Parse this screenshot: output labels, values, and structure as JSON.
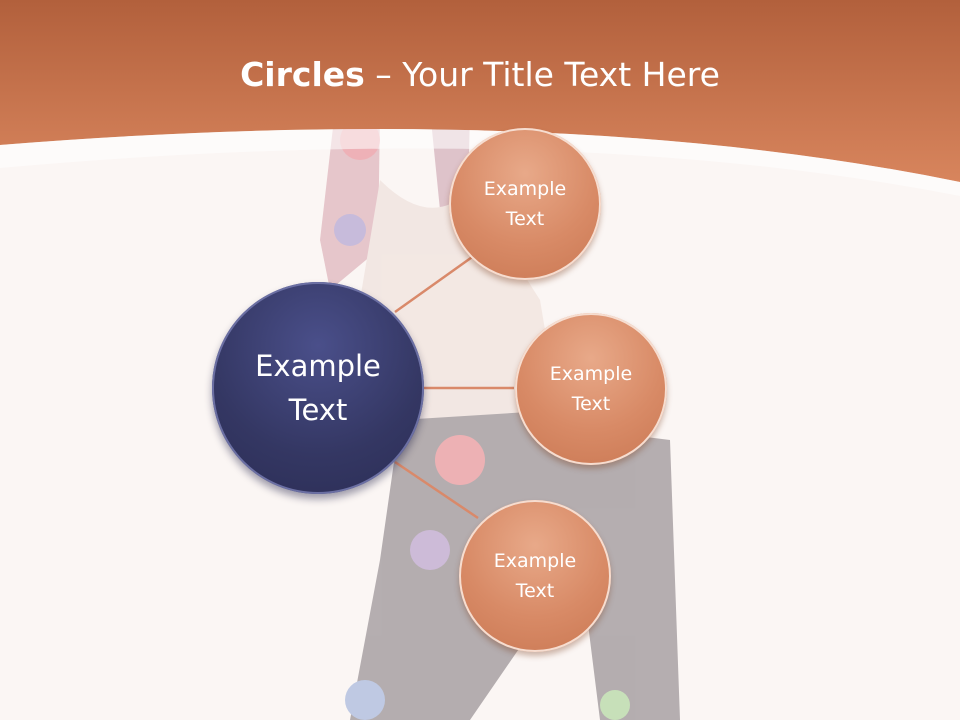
{
  "title": {
    "bold": "Circles",
    "rest": " – Your Title Text Here"
  },
  "hub": {
    "line1": "Example",
    "line2": "Text"
  },
  "nodes": [
    {
      "line1": "Example",
      "line2": "Text"
    },
    {
      "line1": "Example",
      "line2": "Text"
    },
    {
      "line1": "Example",
      "line2": "Text"
    }
  ],
  "colors": {
    "header": "#c97048",
    "hub": "#343763",
    "node": "#d88a66",
    "connector": "#d9896a",
    "background": "#fbf6f4"
  }
}
